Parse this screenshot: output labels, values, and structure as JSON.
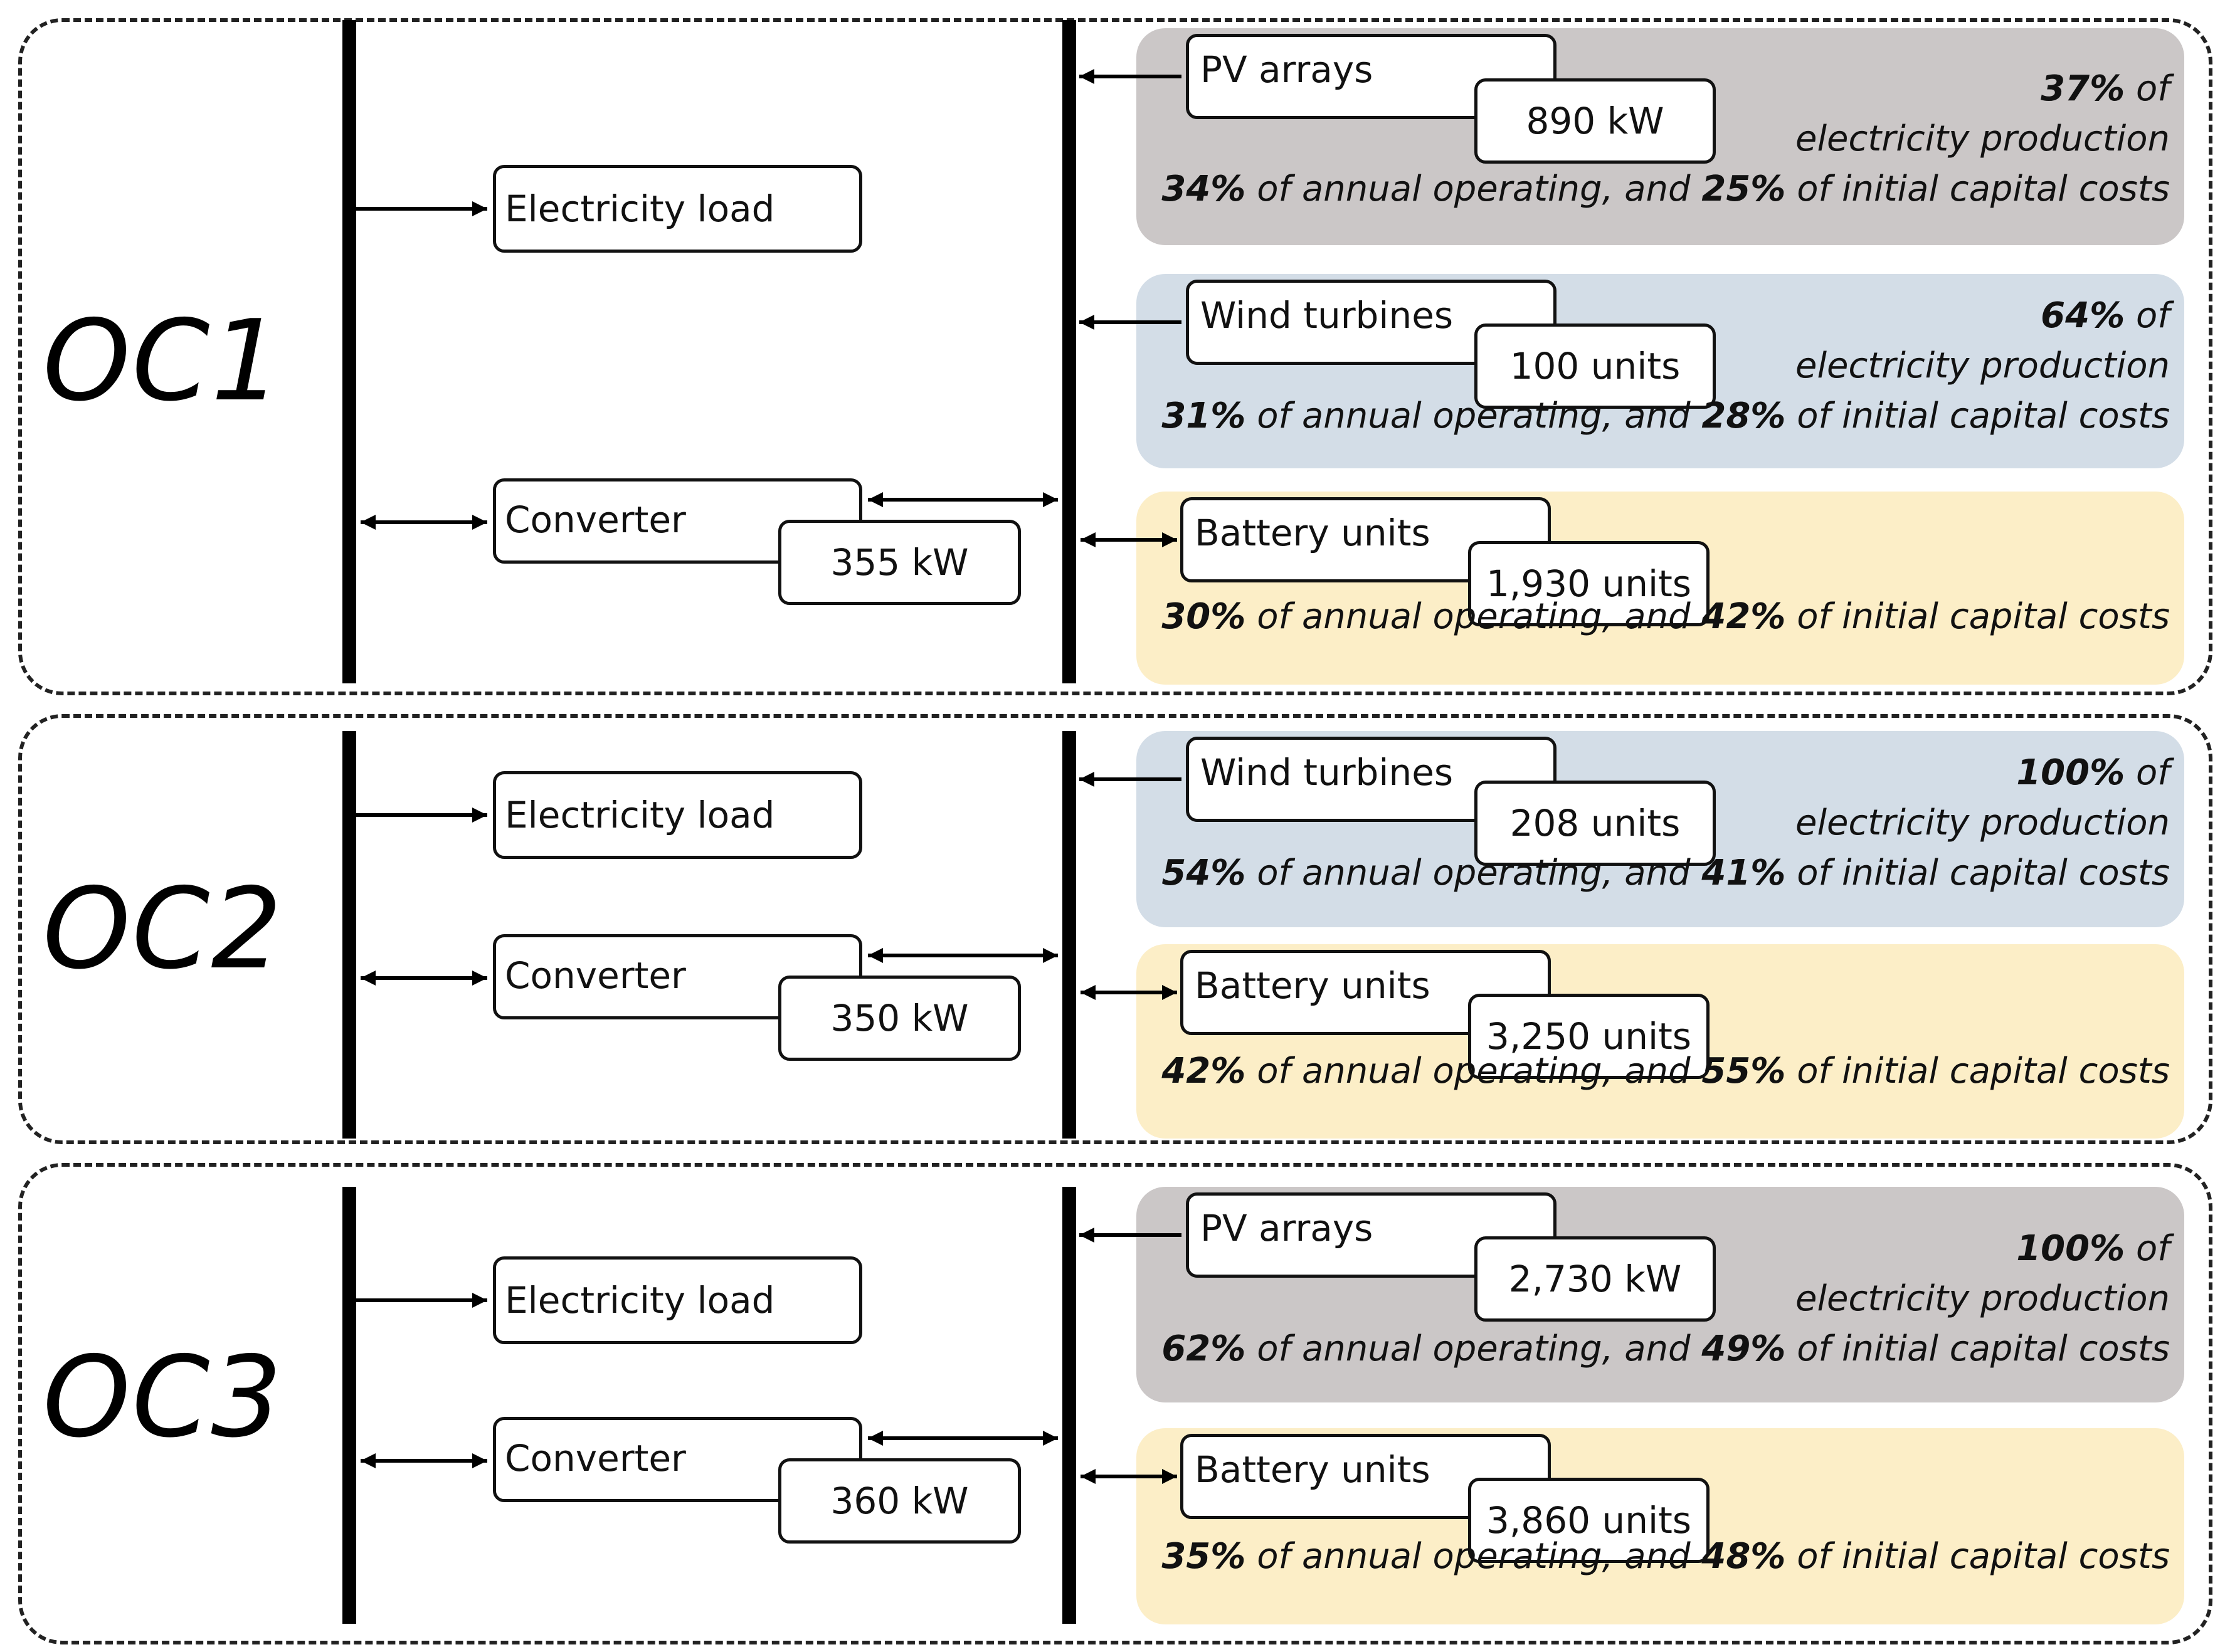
{
  "configurations": [
    {
      "label": "OC1",
      "load_label": "Electricity load",
      "converter": {
        "label": "Converter",
        "capacity": "355 kW"
      },
      "sources": [
        {
          "kind": "pv",
          "name": "PV arrays",
          "capacity": "890 kW",
          "production_pct": "37%",
          "production_suffix": " of",
          "production_line2": "electricity production",
          "operating_pct": "34%",
          "operating_text": " of annual operating, and ",
          "capital_pct": "25%",
          "capital_text": " of initial capital costs"
        },
        {
          "kind": "wind",
          "name": "Wind turbines",
          "capacity": "100 units",
          "production_pct": "64%",
          "production_suffix": " of",
          "production_line2": "electricity production",
          "operating_pct": "31%",
          "operating_text": " of annual operating, and ",
          "capital_pct": "28%",
          "capital_text": " of initial capital costs"
        },
        {
          "kind": "battery",
          "name": "Battery units",
          "capacity": "1,930 units",
          "operating_pct": "30%",
          "operating_text": " of annual operating, and ",
          "capital_pct": "42%",
          "capital_text": " of initial capital costs"
        }
      ]
    },
    {
      "label": "OC2",
      "load_label": "Electricity load",
      "converter": {
        "label": "Converter",
        "capacity": "350 kW"
      },
      "sources": [
        {
          "kind": "wind",
          "name": "Wind turbines",
          "capacity": "208 units",
          "production_pct": "100%",
          "production_suffix": " of",
          "production_line2": "electricity production",
          "operating_pct": "54%",
          "operating_text": " of annual operating, and ",
          "capital_pct": "41%",
          "capital_text": " of initial capital costs"
        },
        {
          "kind": "battery",
          "name": "Battery units",
          "capacity": "3,250 units",
          "operating_pct": "42%",
          "operating_text": " of annual operating, and ",
          "capital_pct": "55%",
          "capital_text": " of initial capital costs"
        }
      ]
    },
    {
      "label": "OC3",
      "load_label": "Electricity load",
      "converter": {
        "label": "Converter",
        "capacity": "360 kW"
      },
      "sources": [
        {
          "kind": "pv",
          "name": "PV arrays",
          "capacity": "2,730 kW",
          "production_pct": "100%",
          "production_suffix": " of",
          "production_line2": "electricity production",
          "operating_pct": "62%",
          "operating_text": " of annual operating, and ",
          "capital_pct": "49%",
          "capital_text": " of initial capital costs"
        },
        {
          "kind": "battery",
          "name": "Battery units",
          "capacity": "3,860 units",
          "operating_pct": "35%",
          "operating_text": " of annual operating, and ",
          "capital_pct": "48%",
          "capital_text": " of initial capital costs"
        }
      ]
    }
  ],
  "colors": {
    "pv_background": "#cbc7c7",
    "wind_background": "#d3dde7",
    "battery_background": "#fceec7",
    "line": "#000000"
  }
}
